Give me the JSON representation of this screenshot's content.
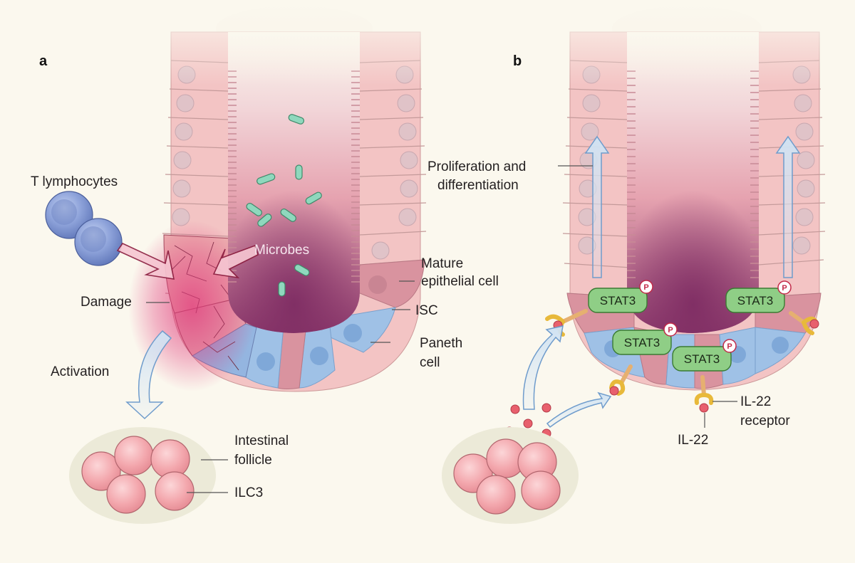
{
  "panels": {
    "a": {
      "label": "a",
      "labels": {
        "t_lymphocytes": "T lymphocytes",
        "microbes": "Microbes",
        "damage": "Damage",
        "mature_epithelial_line1": "Mature",
        "mature_epithelial_line2": "epithelial cell",
        "isc": "ISC",
        "paneth_line1": "Paneth",
        "paneth_line2": "cell",
        "activation": "Activation",
        "follicle_line1": "Intestinal",
        "follicle_line2": "follicle",
        "ilc3": "ILC3"
      }
    },
    "b": {
      "label": "b",
      "labels": {
        "prolif_line1": "Proliferation and",
        "prolif_line2": "differentiation",
        "il22_receptor_line1": "IL-22",
        "il22_receptor_line2": "receptor",
        "il22": "IL-22"
      },
      "stat3": [
        "STAT3",
        "STAT3",
        "STAT3",
        "STAT3"
      ],
      "phospho": "P"
    }
  },
  "colors": {
    "background": "#fbf8ee",
    "epithelial": "#f3c4c4",
    "isc": "#d9939f",
    "paneth": "#9fc1e6",
    "lumen": "#9c4d78",
    "microbe": "#8fd8bd",
    "t_cell": "#7f96d1",
    "ilc3": "#f0a2a8",
    "follicle": "#ecead8",
    "stat3": "#8fce86",
    "receptor": "#f2c14e",
    "il22": "#e8606d",
    "arrow": "#8cb3d9",
    "damage_glow": "#e0387a"
  }
}
